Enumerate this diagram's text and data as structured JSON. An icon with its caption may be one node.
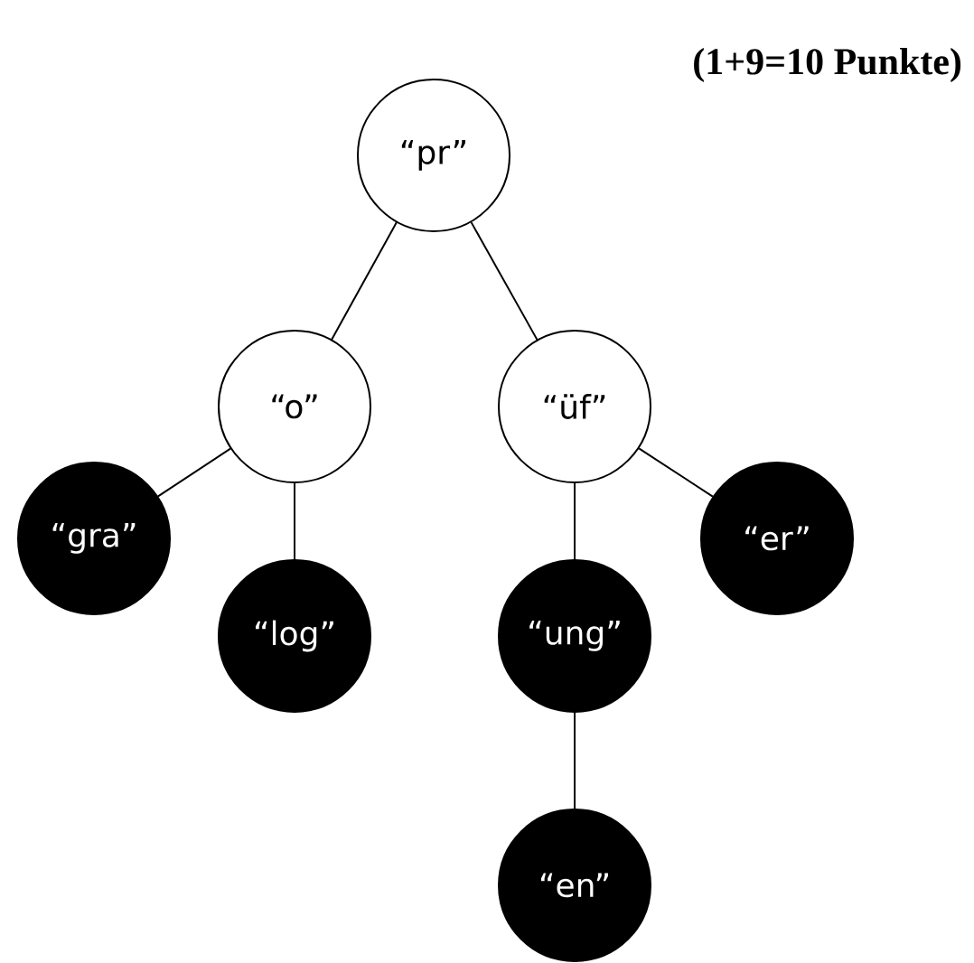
{
  "diagram": {
    "title": "(1+9=10 Punkte)",
    "nodes": [
      {
        "text": [
          "“pr”"
        ]
      },
      {
        "text": [
          "“o”"
        ]
      },
      {
        "text": [
          "“üf”"
        ]
      },
      {
        "text": [
          "“gra”"
        ]
      },
      {
        "text": [
          "“log”"
        ]
      },
      {
        "text": [
          "“ung”"
        ]
      },
      {
        "text": [
          "“er”"
        ]
      },
      {
        "text": [
          "“en”"
        ]
      }
    ],
    "edges": [
      {
        "from": 0,
        "to": 1,
        "arrow": "none"
      },
      {
        "from": 0,
        "to": 2,
        "arrow": "none"
      },
      {
        "from": 1,
        "to": 3,
        "arrow": "none"
      },
      {
        "from": 1,
        "to": 4,
        "arrow": "none"
      },
      {
        "from": 2,
        "to": 5,
        "arrow": "none"
      },
      {
        "from": 2,
        "to": 6,
        "arrow": "none"
      },
      {
        "from": 5,
        "to": 7,
        "arrow": "none"
      }
    ]
  }
}
